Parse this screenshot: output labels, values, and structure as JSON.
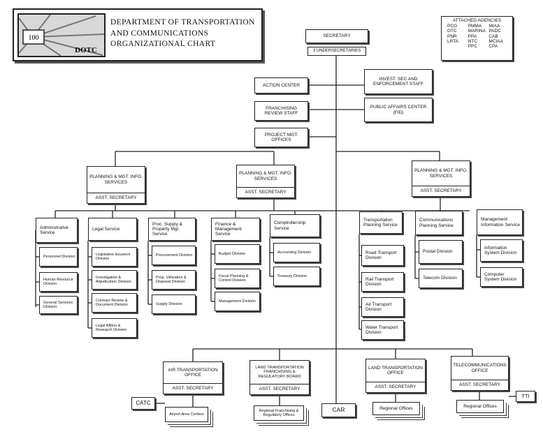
{
  "header": {
    "logo_text": "DOTC",
    "logo_number": "100",
    "title_line1": "DEPARTMENT OF TRANSPORTATION",
    "title_line2": "AND COMMUNICATIONS",
    "title_line3": "ORGANIZATIONAL CHART"
  },
  "attached_agencies": {
    "heading": "ATTACHED AGENCIES",
    "items": [
      "PCG",
      "PMMA",
      "MIAA",
      "OTC",
      "MARINA",
      "PADC",
      "PNR",
      "PPA",
      "CAB",
      "LRTA",
      "NTC",
      "MCIAA",
      "",
      "PPC",
      "CPA"
    ]
  },
  "top": {
    "secretary": "SECRETARY",
    "undersecretaries": "3 UNDERSECRETARIES",
    "action_center": "ACTION CENTER",
    "invest": "INVEST. SEC AND ENFORCEMENT STAFF",
    "franchising": "FRANCHISING REVIEW STAFF",
    "public_affairs": "PUBLIC AFFAIRS CENTER (FID)",
    "project_mgt": "PROJECT MGT. OFFICES"
  },
  "left": {
    "head": "PLANNING & MGT. INFO. SERVICES",
    "asst": "ASST. SECRETARY",
    "admin": "Administrative Service",
    "personnel": "Personnel Division",
    "hr": "Human Resource Division",
    "general": "General Services Division",
    "legal": "Legal Service",
    "legislative": "Legislative Issuance Division",
    "investigation": "Investigation & Adjudication Division",
    "contract": "Contract Review & Document Division",
    "legal_affairs": "Legal Affairs & Research Division",
    "proc": "Proc. Supply & Property Mgt. Service",
    "procurement": "Procurement Division",
    "utilization": "Prop. Utilization & Disposal Division",
    "supply": "Supply Division"
  },
  "center": {
    "head": "PLANNING & MGT. INFO. SERVICES",
    "asst": "ASST. SECRETARY",
    "finance": "Finance & Management Service",
    "budget": "Budget Division",
    "fiscal": "Fiscal Planning & Control Division",
    "management": "Management Division",
    "comptroller": "Comptrollership Service",
    "accounting": "Accounting Division",
    "treasury": "Treasury Division"
  },
  "right": {
    "head": "PLANNING & MGT. INFO. SERVICES",
    "asst": "ASST. SECRETARY",
    "transport_planning": "Transportation Planning Service",
    "road": "Road Transport Division",
    "rail": "Rail Transport Division",
    "air": "Air Transport Division",
    "water": "Water Transport Division",
    "comm_planning": "Communications Planning Service",
    "postal": "Postal Division",
    "telecom": "Telecom Division",
    "mis": "Management Information Service",
    "info_systems": "Information System Division",
    "computer_systems": "Computer System Division"
  },
  "bottom": {
    "air_office": "AIR TRANSPORTATION OFFICE",
    "air_asst": "ASST. SECRETARY",
    "airport": "Airport Area Centers",
    "catc": "CATC",
    "ltfrb": "LAND TRANSPORTATION FRANCHISING & REGULATORY BOARD",
    "ltfrb_asst": "ASST. SECRETARY",
    "ltfrb_regional": "Regional Franchising & Regulatory Offices",
    "car": "CAR",
    "lto": "LAND TRANSPORTATION OFFICE",
    "lto_asst": "ASST. SECRETARY",
    "lto_regional": "Regional Offices",
    "telecom_office": "TELECOMMUNICATIONS OFFICE",
    "telecom_asst": "ASST. SECRETARY",
    "telecom_regional": "Regional Offices",
    "tti": "TTI"
  }
}
